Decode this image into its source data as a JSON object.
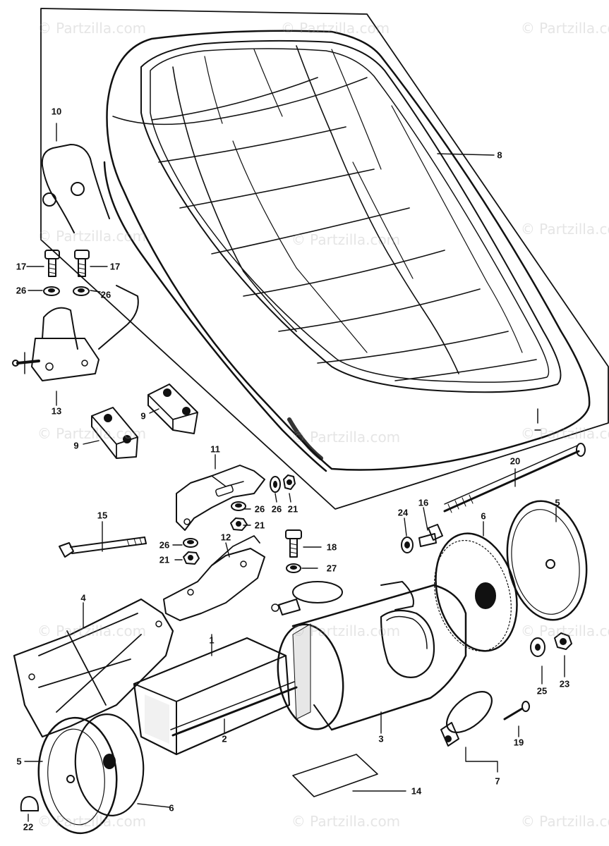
{
  "watermark": "© Partzilla.com",
  "callouts": {
    "c1": "1",
    "c2": "2",
    "c3": "3",
    "c4": "4",
    "c5a": "5",
    "c5b": "5",
    "c6a": "6",
    "c6b": "6",
    "c7": "7",
    "c8": "8",
    "c9a": "9",
    "c9b": "9",
    "c10": "10",
    "c11": "11",
    "c12": "12",
    "c13": "13",
    "c14": "14",
    "c15": "15",
    "c16": "16",
    "c17a": "17",
    "c17b": "17",
    "c18": "18",
    "c19": "19",
    "c20": "20",
    "c21a": "21",
    "c21b": "21",
    "c21c": "21",
    "c22": "22",
    "c23": "23",
    "c24": "24",
    "c25": "25",
    "c26a": "26",
    "c26b": "26",
    "c26c": "26",
    "c26d": "26",
    "c26e": "26",
    "c27": "27"
  }
}
